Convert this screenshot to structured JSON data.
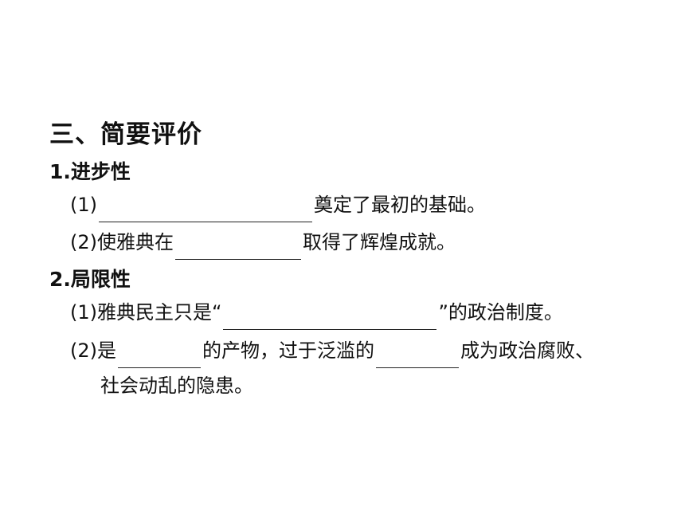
{
  "section_title": "三、简要评价",
  "progress": {
    "heading": "1.进步性",
    "item1": {
      "number": "(1)",
      "after": "奠定了最初的基础。"
    },
    "item2": {
      "number": "(2)",
      "before": "使雅典在",
      "after": "取得了辉煌成就。"
    }
  },
  "limitation": {
    "heading": "2.局限性",
    "item1": {
      "number": "(1)",
      "before": "雅典民主只是“",
      "after": "”的政治制度。"
    },
    "item2": {
      "number": "(2)",
      "before": "是",
      "middle": "的产物，过于泛滥的",
      "after": "成为政治腐败、",
      "continuation": "社会动乱的隐患。"
    }
  }
}
